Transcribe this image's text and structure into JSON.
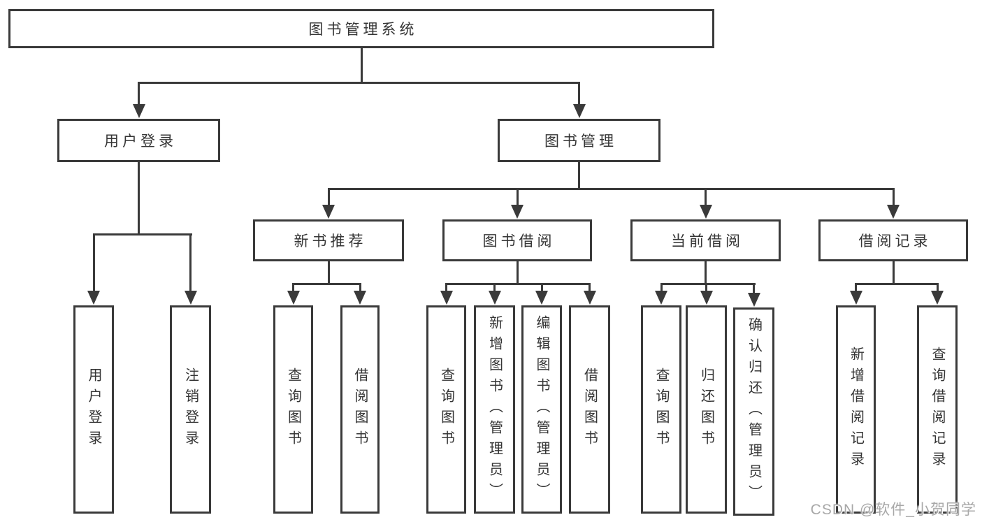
{
  "diagram": {
    "tree": {
      "id": "system",
      "label": "图书管理系统",
      "children": [
        {
          "id": "user-login",
          "label": "用户登录",
          "children": [
            {
              "id": "leaf-user-login",
              "label": "用户登录"
            },
            {
              "id": "leaf-logout",
              "label": "注销登录"
            }
          ]
        },
        {
          "id": "book-mgmt",
          "label": "图书管理",
          "children": [
            {
              "id": "new-book-rec",
              "label": "新书推荐",
              "children": [
                {
                  "id": "leaf-nbr-query",
                  "label": "查询图书"
                },
                {
                  "id": "leaf-nbr-borrow",
                  "label": "借阅图书"
                }
              ]
            },
            {
              "id": "book-borrow",
              "label": "图书借阅",
              "children": [
                {
                  "id": "leaf-bb-query",
                  "label": "查询图书"
                },
                {
                  "id": "leaf-bb-add",
                  "label": "新增图书（管理员）"
                },
                {
                  "id": "leaf-bb-edit",
                  "label": "编辑图书（管理员）"
                },
                {
                  "id": "leaf-bb-borrow",
                  "label": "借阅图书"
                }
              ]
            },
            {
              "id": "current-borrow",
              "label": "当前借阅",
              "children": [
                {
                  "id": "leaf-cb-query",
                  "label": "查询图书"
                },
                {
                  "id": "leaf-cb-return",
                  "label": "归还图书"
                },
                {
                  "id": "leaf-cb-confirm",
                  "label": "确认归还（管理员）"
                }
              ]
            },
            {
              "id": "borrow-record",
              "label": "借阅记录",
              "children": [
                {
                  "id": "leaf-br-add",
                  "label": "新增借阅记录"
                },
                {
                  "id": "leaf-br-query",
                  "label": "查询借阅记录"
                }
              ]
            }
          ]
        }
      ]
    }
  },
  "watermark": {
    "text": "CSDN @软件_小贺同学"
  },
  "colors": {
    "line": "#3a3a3a",
    "text": "#353535",
    "background": "#ffffff",
    "watermark": "#a8a8a8"
  }
}
